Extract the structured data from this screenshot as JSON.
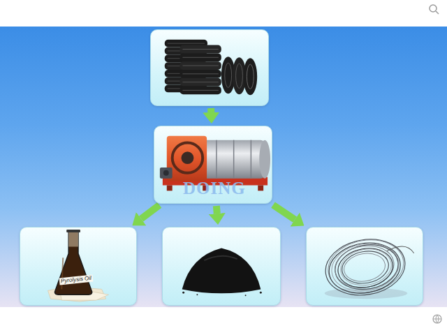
{
  "diagram": {
    "nodes": [
      {
        "text": []
      },
      {
        "text": []
      },
      {
        "text": [
          "Pyrolysis Oil"
        ]
      },
      {
        "text": []
      },
      {
        "text": []
      }
    ],
    "edges": [
      {
        "from": 0,
        "to": 1,
        "arrow": "to"
      },
      {
        "from": 1,
        "to": 2,
        "arrow": "to"
      },
      {
        "from": 1,
        "to": 3,
        "arrow": "to"
      },
      {
        "from": 1,
        "to": 4,
        "arrow": "to"
      }
    ],
    "labels": [
      "DOING"
    ]
  }
}
